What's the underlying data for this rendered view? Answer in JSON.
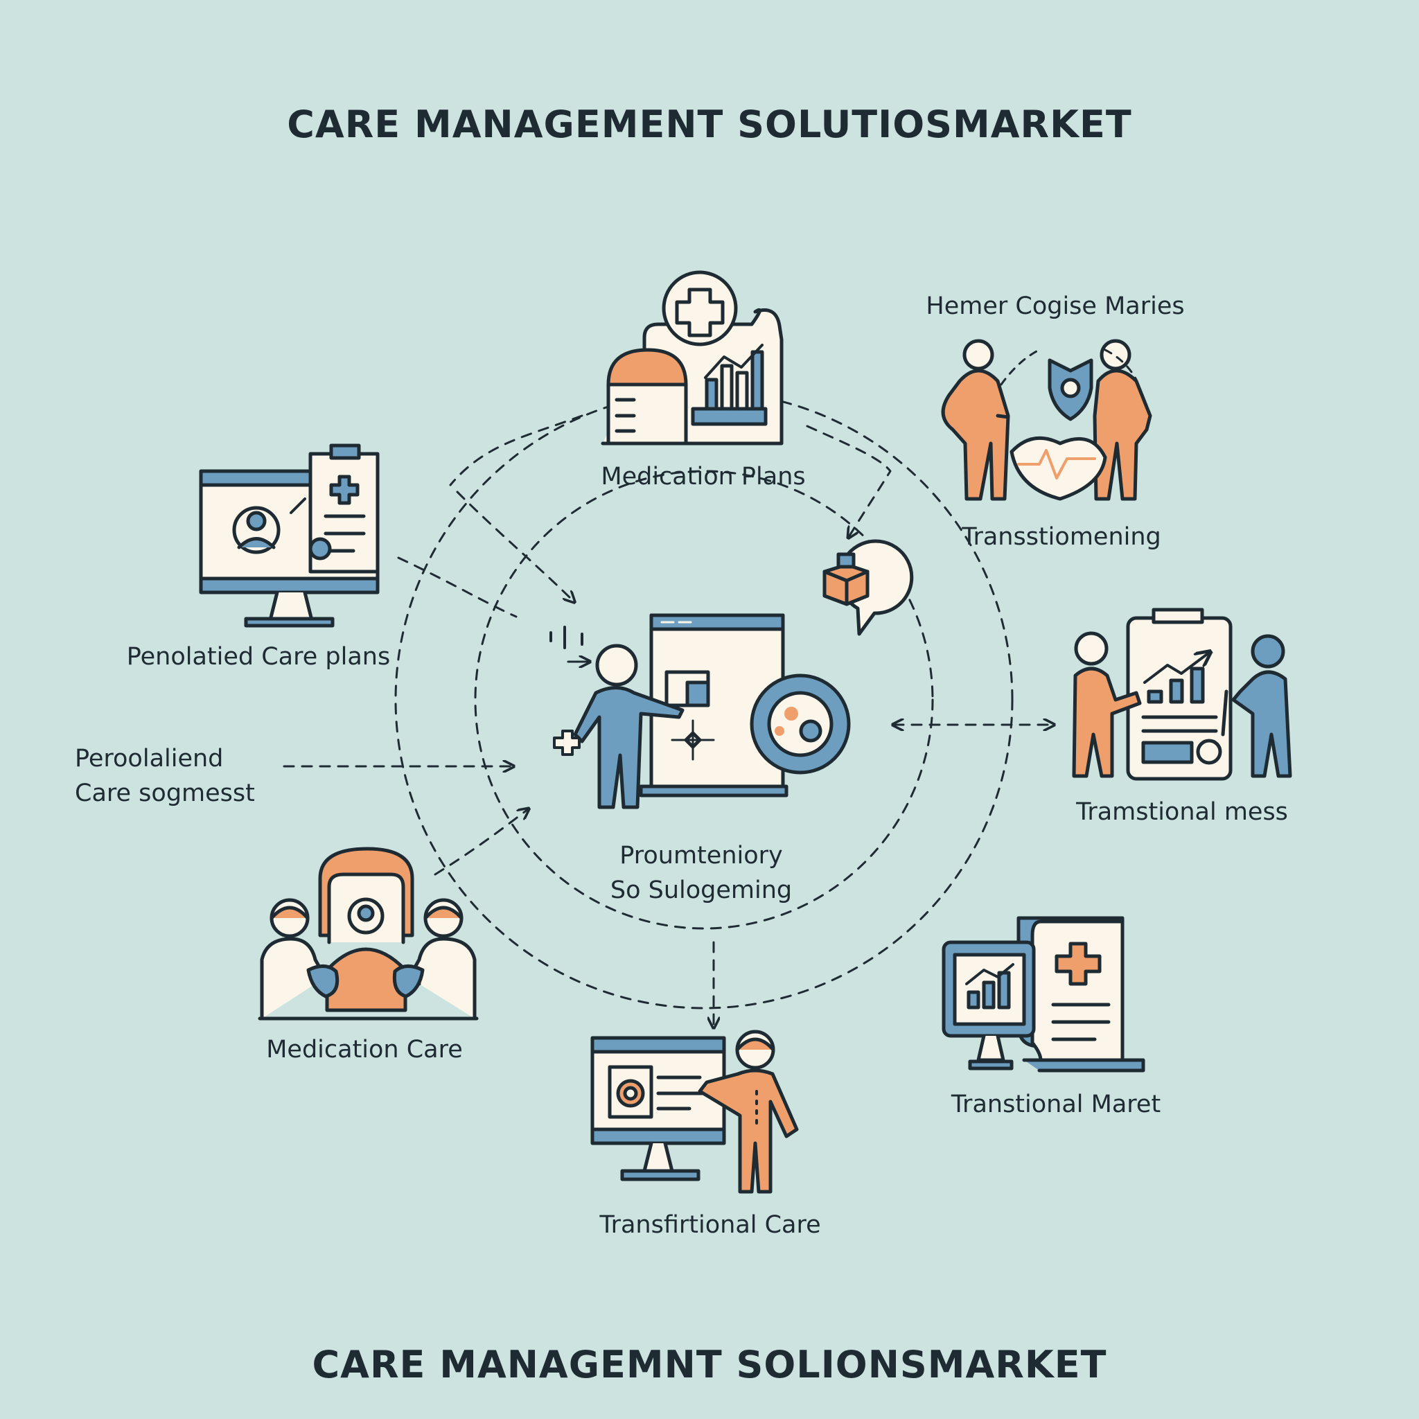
{
  "title_top": "CARE MANAGEMENT SOLUTIOSMARKET",
  "title_bottom": "CARE MANAGEMNT SOLIONSMARKET",
  "nodes": {
    "medication_plans": "Medication Plans",
    "hemer": "Hemer Cogise Maries",
    "transstiomening": "Transstiomening",
    "penolatied": "Penolatied Care plans",
    "peroolaliend_1": "Peroolaliend",
    "peroolaliend_2": "Care sogmesst",
    "center_1": "Proumteniory",
    "center_2": "So Sulogeming",
    "tramstional": "Tramstional mess",
    "medication_care": "Medication Care",
    "transtional_maret": "Transtional Maret",
    "transfirtional": "Transfirtional Care"
  },
  "colors": {
    "background": "#cde3df",
    "blue": "#6d9ec0",
    "orange": "#ef9f6b",
    "cream": "#fbf6e9",
    "ink": "#1f2b33"
  }
}
